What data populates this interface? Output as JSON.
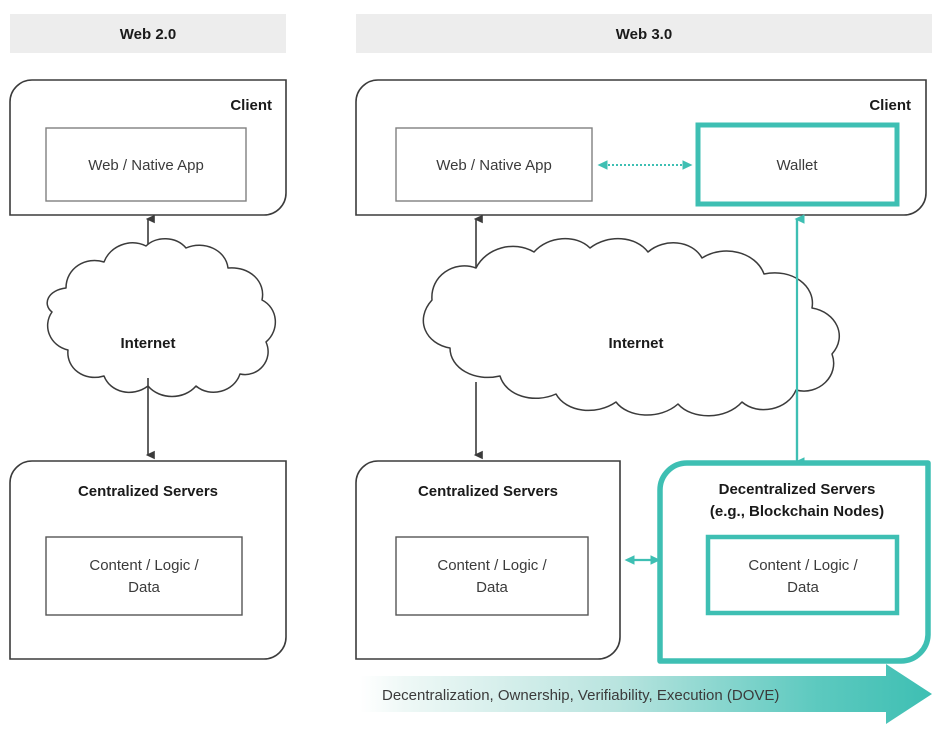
{
  "palette": {
    "teal": "#3ebfb3",
    "teal_light": "#e8f6f4",
    "dark_stroke": "#3b3b3b",
    "gray_stroke": "#808080",
    "header_fill": "#ededed",
    "text_dark": "#1a1a1a",
    "text_body": "#3b3b3b",
    "white": "#ffffff"
  },
  "panels": {
    "web2": {
      "header": "Web 2.0",
      "client": {
        "title": "Client",
        "inner": "Web / Native App"
      },
      "cloud": {
        "label": "Internet"
      },
      "servers": {
        "title": "Centralized Servers",
        "inner_line1": "Content / Logic /",
        "inner_line2": "Data"
      }
    },
    "web3": {
      "header": "Web 3.0",
      "client": {
        "title": "Client",
        "inner": "Web / Native App",
        "wallet": "Wallet"
      },
      "cloud": {
        "label": "Internet"
      },
      "centralized_servers": {
        "title": "Centralized Servers",
        "inner_line1": "Content / Logic /",
        "inner_line2": "Data"
      },
      "decentralized_servers": {
        "title_line1": "Decentralized Servers",
        "title_line2": "(e.g., Blockchain Nodes)",
        "inner_line1": "Content / Logic /",
        "inner_line2": "Data"
      },
      "dove_banner": {
        "label": "Decentralization, Ownership, Verifiability, Execution (DOVE)"
      }
    }
  },
  "connectors": {
    "web2_client_to_cloud": "arrow-up",
    "web2_cloud_to_servers": "arrow-down",
    "web3_client_to_cloud": "arrow-up",
    "web3_cloud_to_servers": "arrow-down",
    "web3_wallet_to_nodes": "arrow-down-teal",
    "web3_app_wallet": "dotted-bidirectional-teal",
    "web3_servers_bidirectional": "bidirectional-teal"
  }
}
